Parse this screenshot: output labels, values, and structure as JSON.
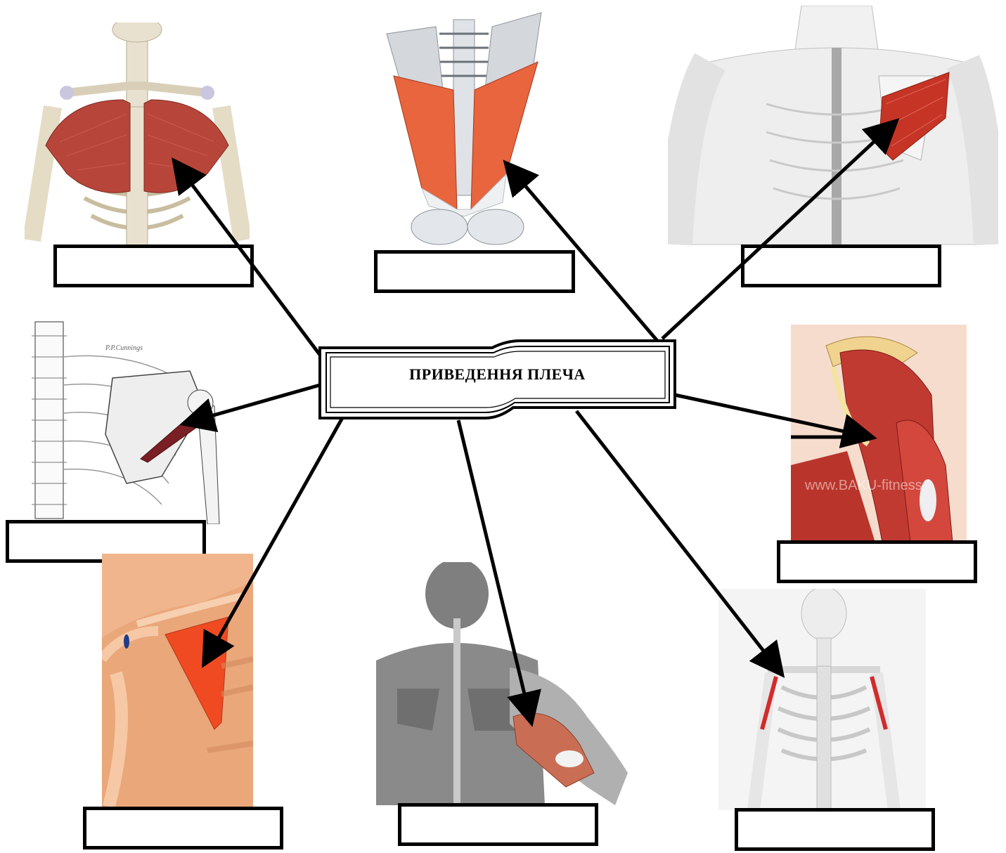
{
  "title": "ПРИВЕДЕННЯ ПЛЕЧА",
  "watermarks": {
    "scapula_signature": "P.P.Cunnings",
    "arm_watermark": "www.BAKU-fitness"
  },
  "colors": {
    "muscle_red": "#c23a2e",
    "muscle_orange": "#e8653d",
    "bone": "#e9e1cf",
    "line": "#000000"
  },
  "panels": [
    {
      "id": "pectoralis-major",
      "label_box": "",
      "icon": "chest-front-muscle"
    },
    {
      "id": "latissimus-dorsi",
      "label_box": "",
      "icon": "back-wide-muscle"
    },
    {
      "id": "teres-major",
      "label_box": "",
      "icon": "back-shoulder-muscle"
    },
    {
      "id": "subscapularis",
      "label_box": "",
      "icon": "scapula-muscle"
    },
    {
      "id": "coracobrachialis",
      "label_box": "",
      "icon": "arm-muscle"
    },
    {
      "id": "pectoralis-minor",
      "label_box": "",
      "icon": "chest-side-muscle"
    },
    {
      "id": "triceps-long-head",
      "label_box": "",
      "icon": "back-arm-muscle"
    },
    {
      "id": "biceps-short-head",
      "label_box": "",
      "icon": "skeleton-arm-muscle"
    }
  ]
}
